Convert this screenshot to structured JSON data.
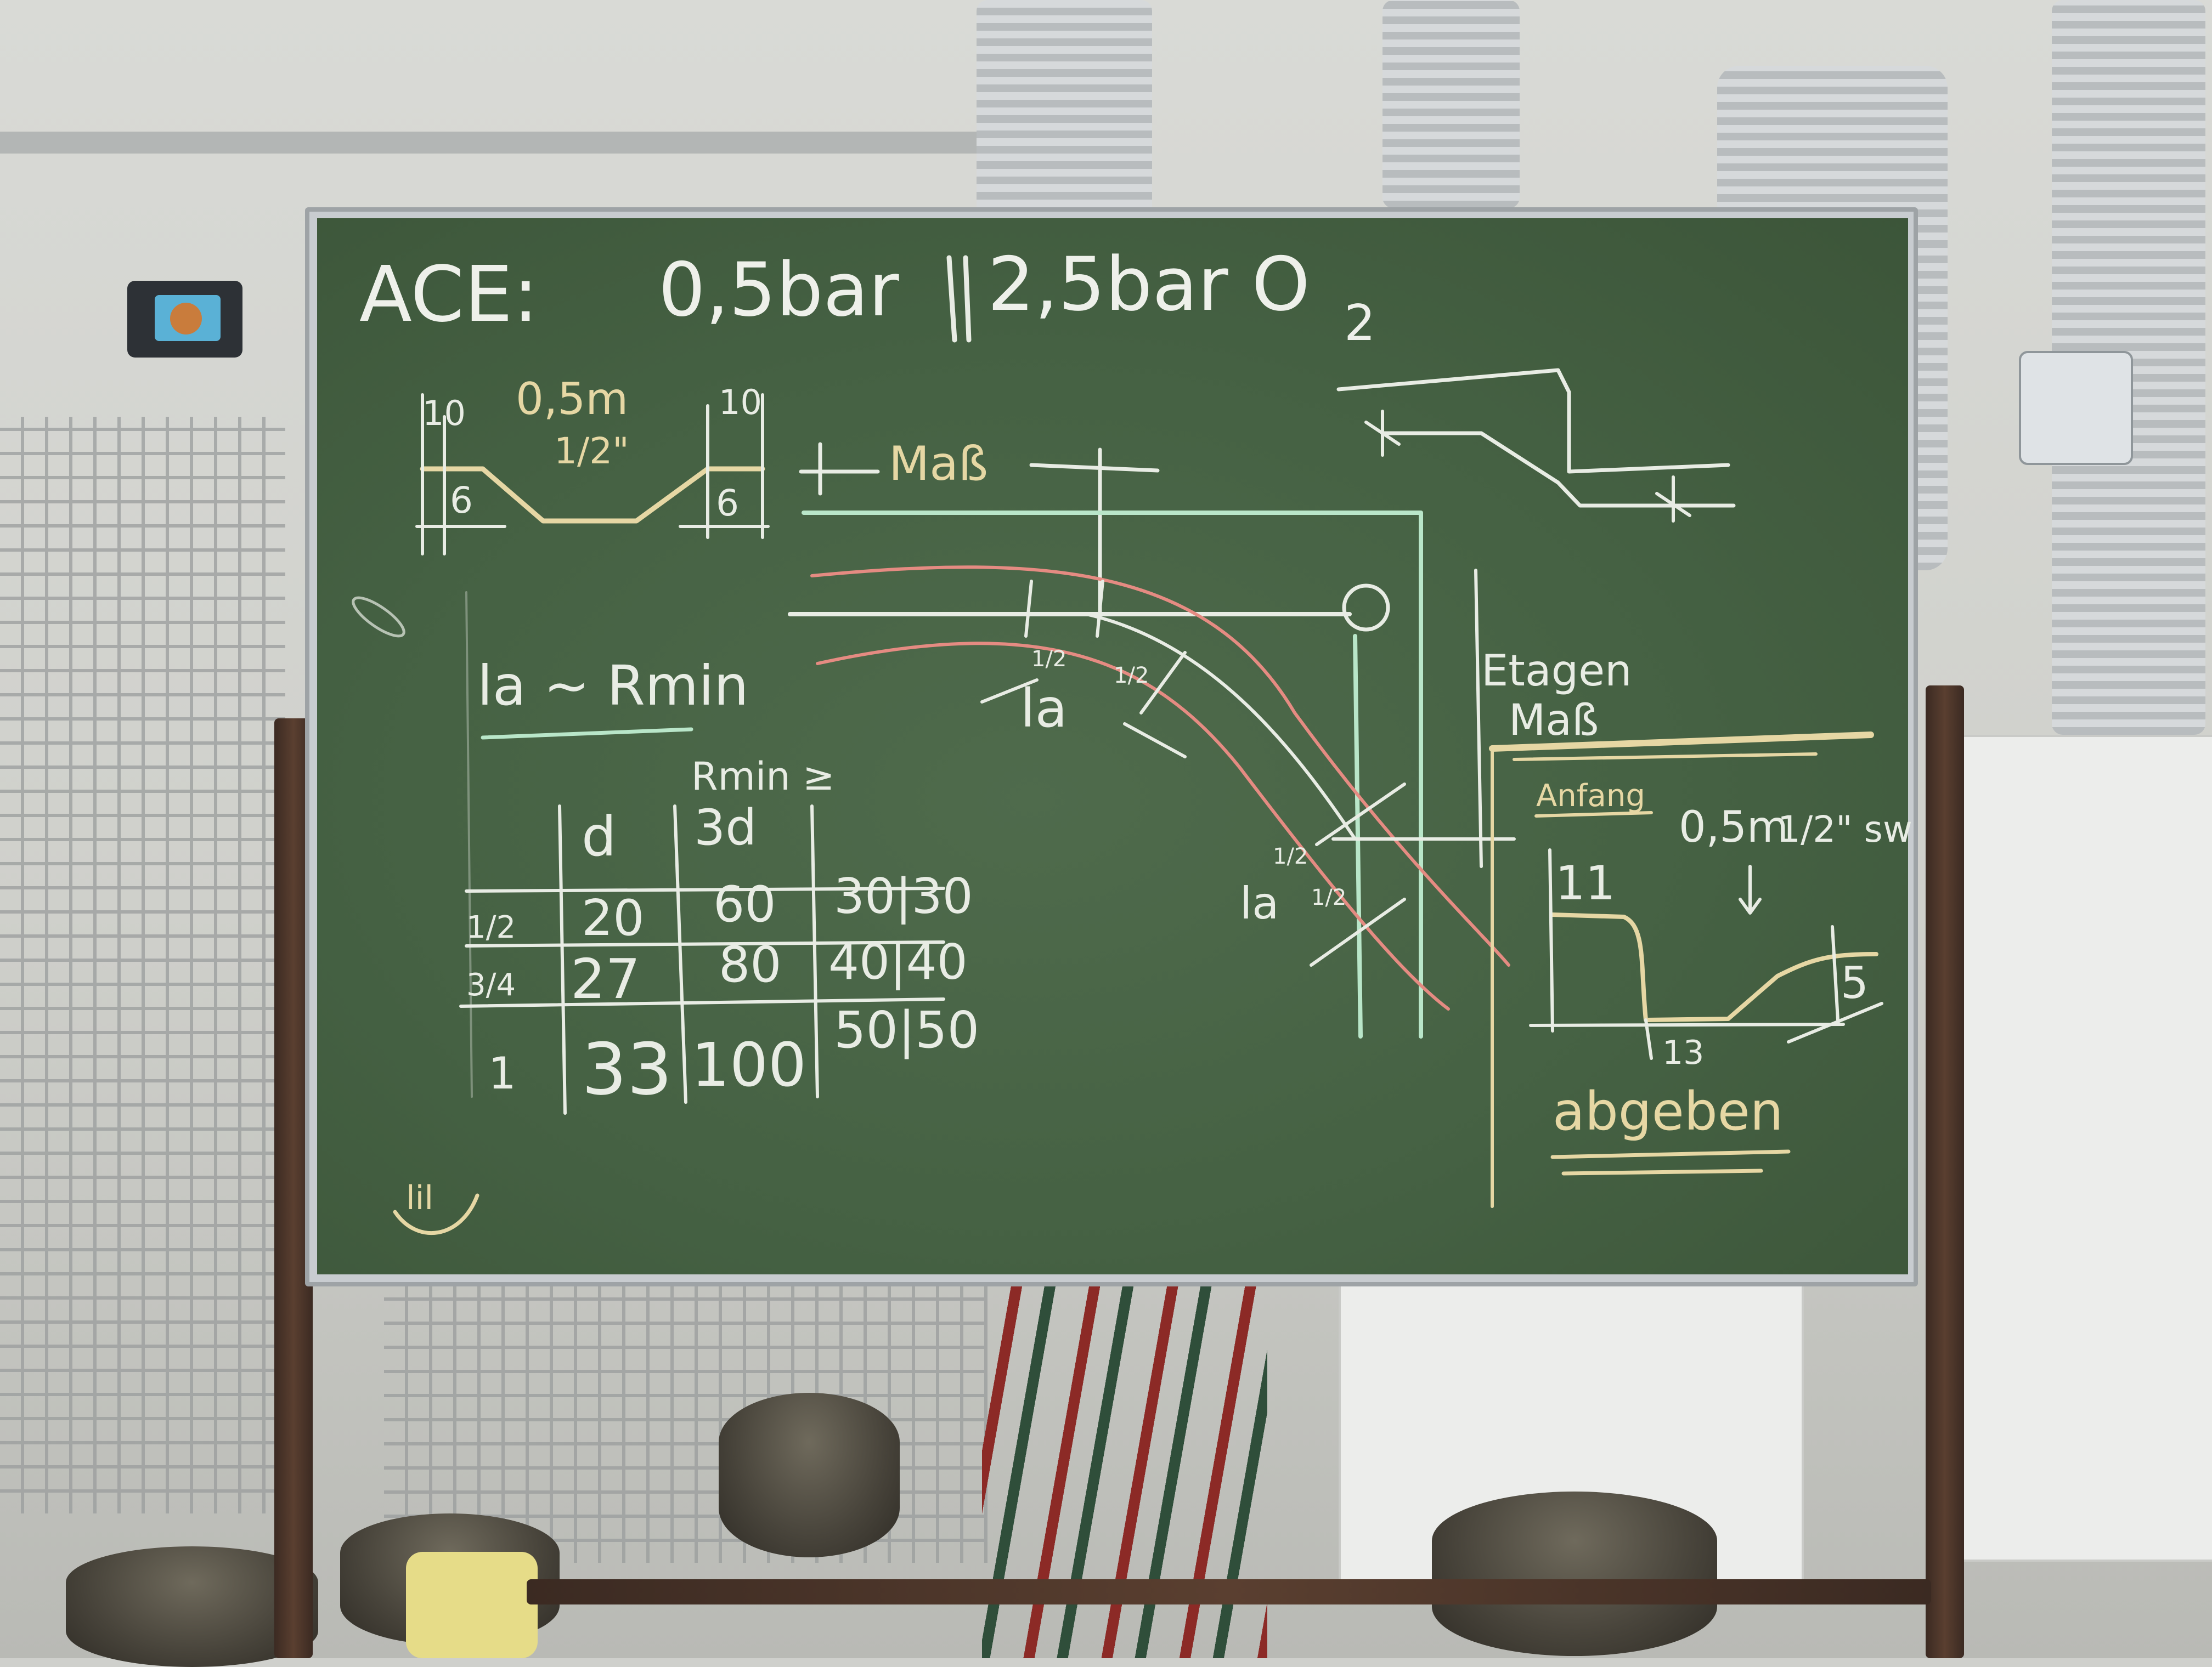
{
  "board": {
    "title_left": "ACE:",
    "title_mid": "0,5bar",
    "title_sep": "||",
    "title_right": "2,5bar O",
    "title_sub": "2",
    "tl_dim_left": "10",
    "tl_dim_right": "10",
    "tl_len": "0,5m",
    "tl_size": "1/2\"",
    "tl_depth_left": "6",
    "tl_depth_right": "6",
    "mass_label": "Maß",
    "la_rmin": "la ~ Rmin",
    "rmin_header": "Rmin ≥",
    "rmin_header_sub": "3d",
    "col_d": "d",
    "table_rows": [
      {
        "size": "1/2",
        "d": "20",
        "r": "60",
        "pair": "30|30"
      },
      {
        "size": "3/4",
        "d": "27",
        "r": "80",
        "pair": "40|40"
      },
      {
        "size": "1",
        "d": "33",
        "r": "100",
        "pair": "50|50"
      }
    ],
    "la_mid": "la",
    "la_mid_left": "1/2",
    "la_mid_right": "1/2",
    "la_low": "la",
    "la_low_top": "1/2",
    "la_low_right": "1/2",
    "etagen": "Etagen",
    "etagen_mass": "Maß",
    "anfang": "Anfang",
    "anfang_len": "0,5m",
    "anfang_size": "1/2\" sw",
    "dim_11": "11",
    "dim_13": "13",
    "dim_5": "5",
    "abgeben": "abgeben",
    "smiley": "lil"
  },
  "colors": {
    "chalk_white": "#e8ece4",
    "chalk_yellow": "#e6d7a4",
    "chalk_green": "#b9e6c9",
    "chalk_red": "#e58b82",
    "board_green": "#456143"
  }
}
